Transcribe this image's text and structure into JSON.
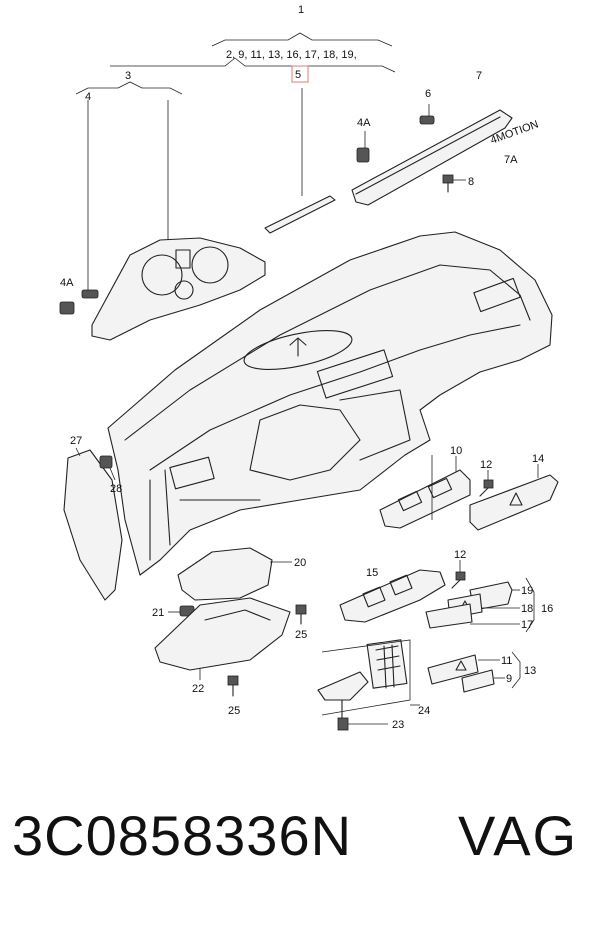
{
  "callouts": {
    "c1": "1",
    "c1_sub": "2, 9, 11, 13, 16, 17, 18, 19,",
    "c3": "3",
    "c4": "4",
    "c4a_top": "4A",
    "c4a_left": "4A",
    "c5": "5",
    "c6": "6",
    "c7": "7",
    "c7a": "7A",
    "c8": "8",
    "c9": "9",
    "c10": "10",
    "c11": "11",
    "c12_top": "12",
    "c12_mid": "12",
    "c13": "13",
    "c14": "14",
    "c15": "15",
    "c16": "16",
    "c17": "17",
    "c18": "18",
    "c19": "19",
    "c20": "20",
    "c21": "21",
    "c22": "22",
    "c23": "23",
    "c24": "24",
    "c25_top": "25",
    "c25_bottom": "25",
    "c27": "27",
    "c28": "28"
  },
  "trim_label": "4MOTION",
  "footer": {
    "part_number": "3C0858336N",
    "brand": "VAG"
  },
  "colors": {
    "line": "#222222",
    "highlight": "#e07a7a",
    "background": "#ffffff"
  }
}
